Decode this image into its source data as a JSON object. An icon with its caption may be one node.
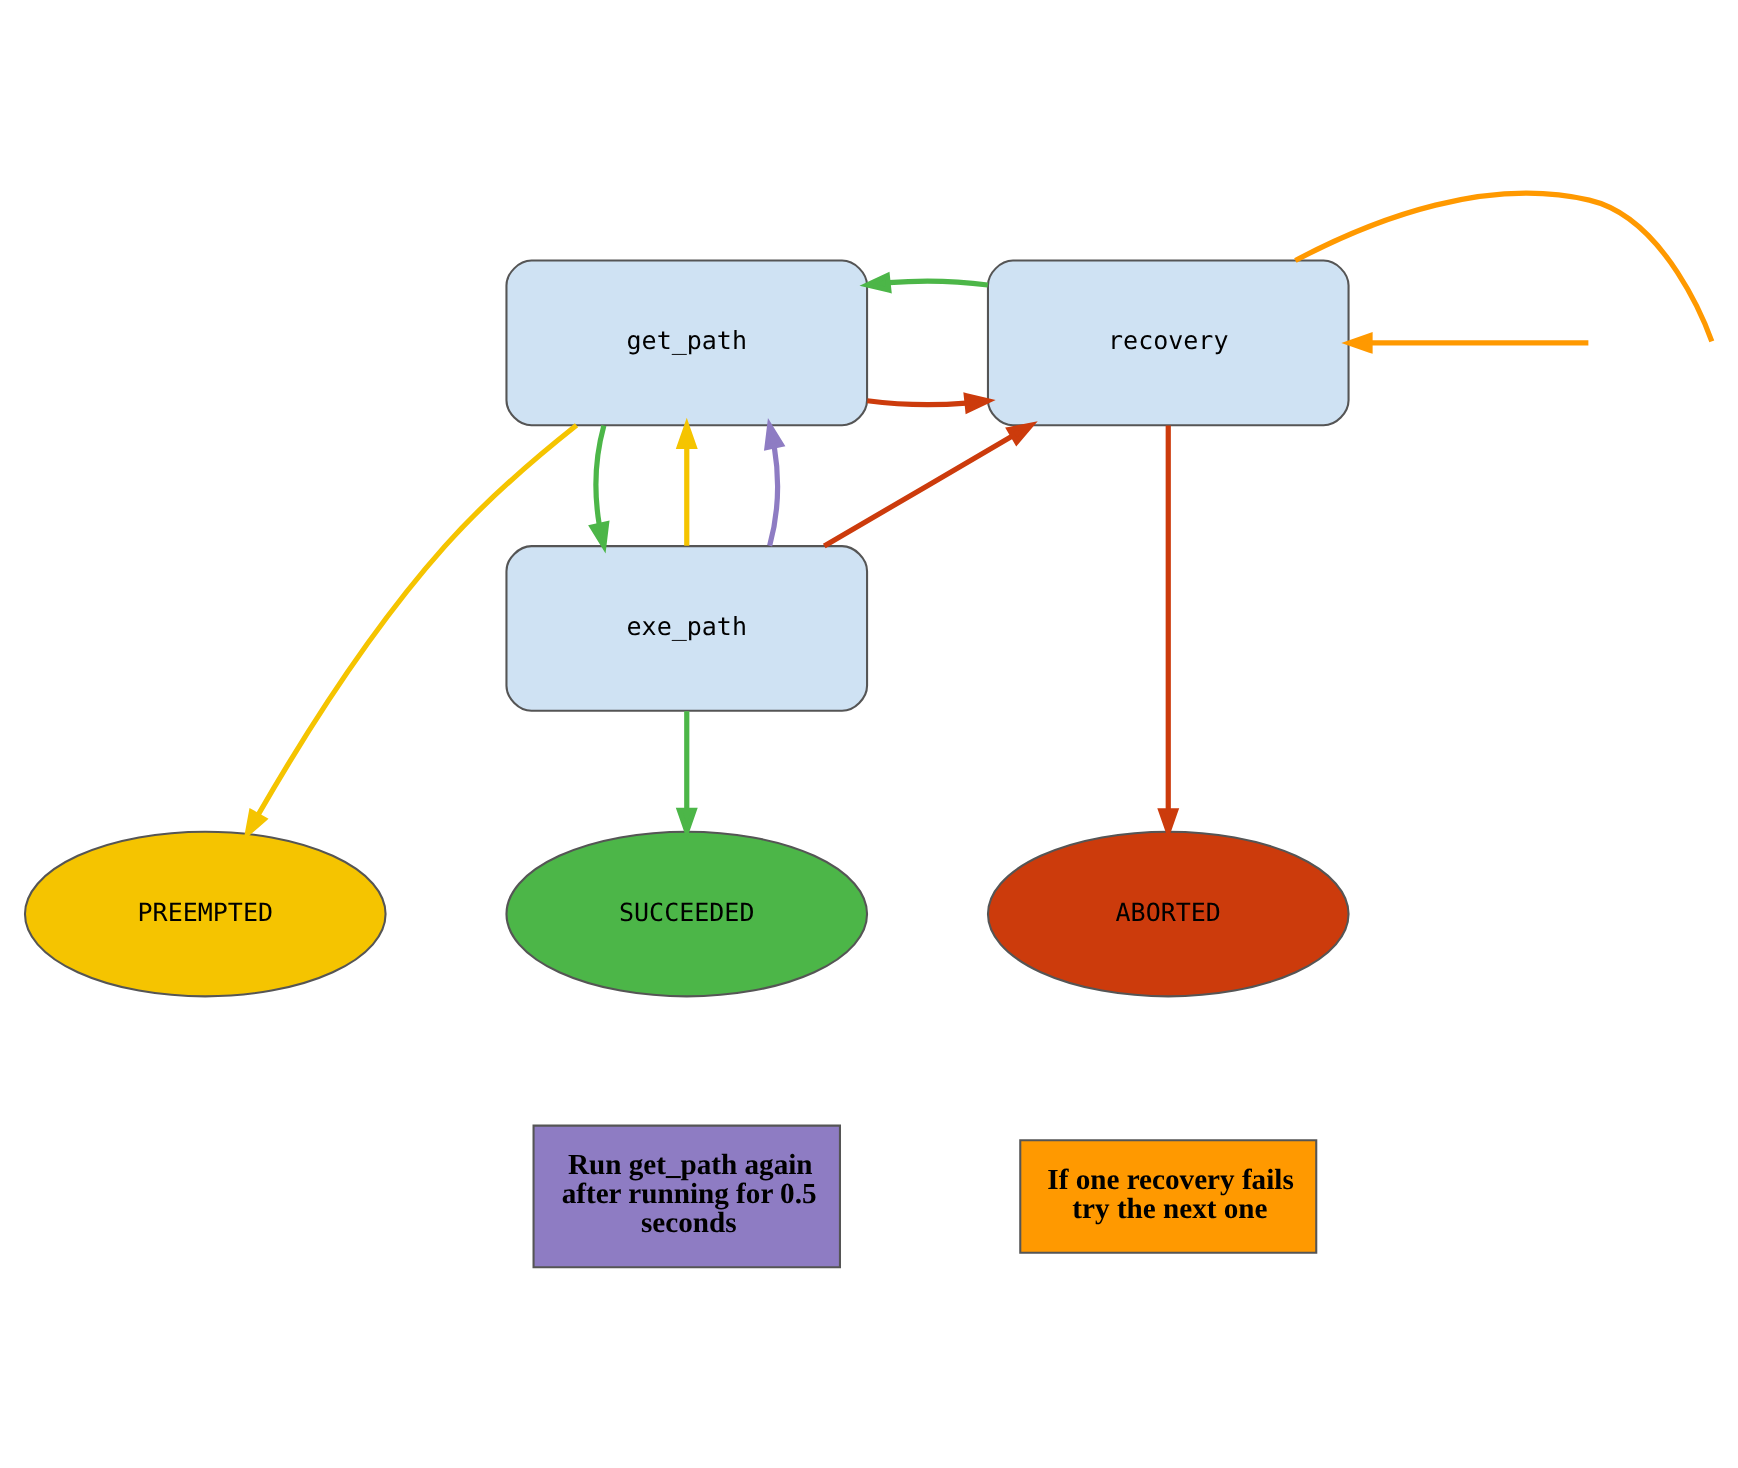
{
  "diagram": {
    "nodes": [
      {
        "text": [
          "get_path"
        ]
      },
      {
        "text": [
          "recovery"
        ]
      },
      {
        "text": [
          "exe_path"
        ]
      },
      {
        "text": [
          "PREEMPTED"
        ]
      },
      {
        "text": [
          "SUCCEEDED"
        ]
      },
      {
        "text": [
          "ABORTED"
        ]
      }
    ],
    "edges": [
      {
        "from": 0,
        "to": 1,
        "arrow": "to",
        "color": "#cc3b0c"
      },
      {
        "from": 1,
        "to": 0,
        "arrow": "to",
        "color": "#4cb648"
      },
      {
        "from": 0,
        "to": 2,
        "arrow": "to",
        "color": "#4cb648"
      },
      {
        "from": 2,
        "to": 0,
        "arrow": "to",
        "color": "#f5c400"
      },
      {
        "from": 2,
        "to": 0,
        "arrow": "to",
        "color": "#8e7cc3"
      },
      {
        "from": 0,
        "to": 3,
        "arrow": "to",
        "color": "#f5c400"
      },
      {
        "from": 2,
        "to": 1,
        "arrow": "to",
        "color": "#cc3b0c"
      },
      {
        "from": 2,
        "to": 4,
        "arrow": "to",
        "color": "#4cb648"
      },
      {
        "from": 1,
        "to": 5,
        "arrow": "to",
        "color": "#cc3b0c"
      },
      {
        "from": 1,
        "to": null,
        "arrow": "none",
        "color": "#ff9900"
      },
      {
        "from": null,
        "to": 1,
        "arrow": "to",
        "color": "#ff9900"
      }
    ],
    "legend": [
      {
        "text": "Run get_path again after running for 0.5 seconds",
        "color": "#8e7cc3"
      },
      {
        "text": "If one recovery fails try the next one",
        "color": "#ff9900"
      }
    ]
  }
}
